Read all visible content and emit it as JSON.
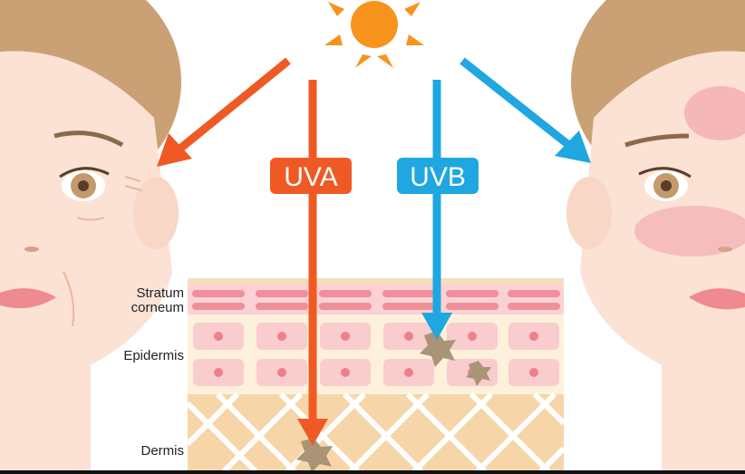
{
  "tags": {
    "uva": "UVA",
    "uvb": "UVB"
  },
  "layers": {
    "stratum_line1": "Stratum",
    "stratum_line2": "corneum",
    "epidermis": "Epidermis",
    "dermis": "Dermis"
  },
  "colors": {
    "uva": "#ef5a24",
    "uvb": "#1ea7e1",
    "sun": "#f7941d",
    "skin": "#fbe2d4",
    "hair": "#c9a174"
  }
}
